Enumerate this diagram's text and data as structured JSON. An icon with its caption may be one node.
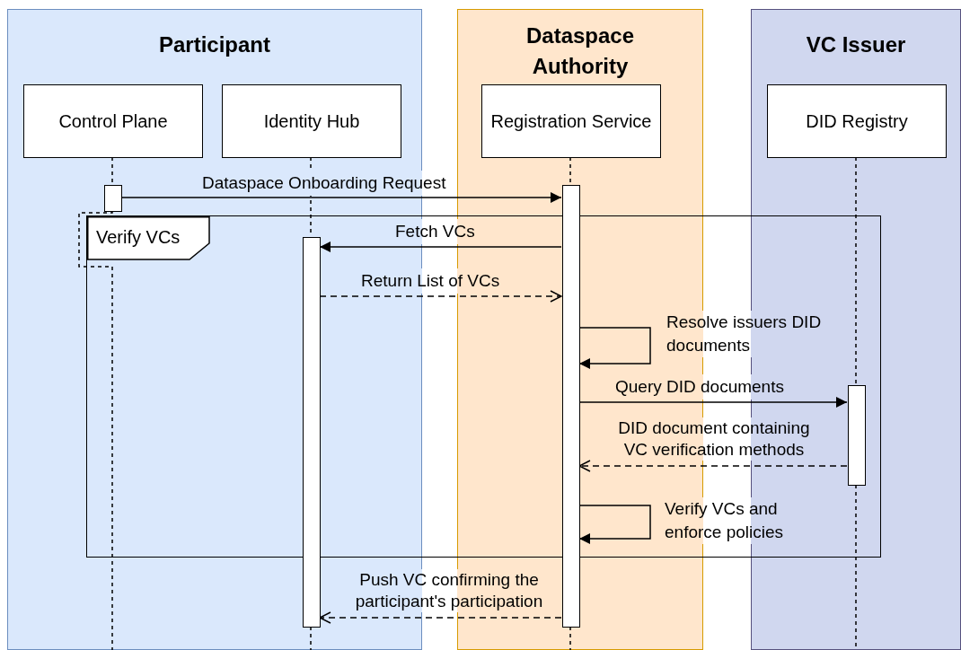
{
  "diagram": {
    "nodes": [
      {
        "text": [
          "Participant"
        ]
      },
      {
        "text": [
          "Control Plane"
        ],
        "in": 0
      },
      {
        "text": [
          "Identity Hub"
        ],
        "in": 0
      },
      {
        "text": [
          "Dataspace Authority"
        ]
      },
      {
        "text": [
          "Registration Service"
        ],
        "in": 3
      },
      {
        "text": [
          "VC Issuer"
        ]
      },
      {
        "text": [
          "DID Registry"
        ],
        "in": 5
      },
      {
        "text": [],
        "shape": "bar",
        "in": 0
      },
      {
        "text": [],
        "shape": "bar",
        "in": 3
      },
      {
        "text": [
          "Verify VCs"
        ],
        "in": 0
      },
      {
        "text": [],
        "shape": "bar",
        "in": 0
      },
      {
        "text": [],
        "shape": "bar",
        "in": 5
      }
    ],
    "edges": [
      {
        "from": 7,
        "to": 8,
        "arrow": "to",
        "label": "Dataspace Onboarding Request"
      },
      {
        "from": 8,
        "to": 10,
        "arrow": "to",
        "label": "Fetch VCs"
      },
      {
        "from": 10,
        "to": 8,
        "arrow": "to",
        "label": "Return List of VCs",
        "style": "dashed"
      },
      {
        "from": 8,
        "to": 8,
        "arrow": "to",
        "label": "Resolve issuers DID documents"
      },
      {
        "from": 8,
        "to": 11,
        "arrow": "to",
        "label": "Query DID documents"
      },
      {
        "from": 11,
        "to": 8,
        "arrow": "to",
        "label": "DID document containing VC verification methods",
        "style": "dashed"
      },
      {
        "from": 8,
        "to": 8,
        "arrow": "to",
        "label": "Verify VCs and enforce policies"
      },
      {
        "from": 8,
        "to": 10,
        "arrow": "to",
        "label": "Push VC confirming the participant's participation",
        "style": "dashed"
      },
      {
        "from": 1,
        "to": 7,
        "arrow": "none",
        "style": "dashed"
      },
      {
        "from": 2,
        "to": 10,
        "arrow": "none",
        "style": "dashed"
      },
      {
        "from": 4,
        "to": 8,
        "arrow": "none",
        "style": "dashed"
      },
      {
        "from": 6,
        "to": 11,
        "arrow": "none",
        "style": "dashed"
      },
      {
        "from": 7,
        "to": 0,
        "arrow": "none",
        "style": "dashed"
      },
      {
        "from": 10,
        "to": 0,
        "arrow": "none",
        "style": "dashed"
      },
      {
        "from": 8,
        "to": 3,
        "arrow": "none",
        "style": "dashed"
      },
      {
        "from": 11,
        "to": 5,
        "arrow": "none",
        "style": "dashed"
      }
    ]
  }
}
